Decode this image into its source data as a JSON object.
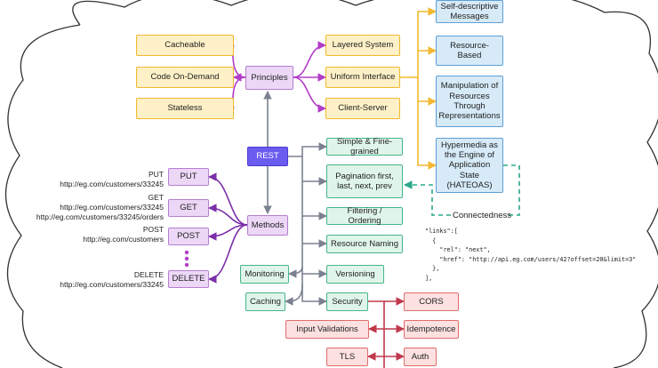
{
  "colors": {
    "principles": "#b23cc8",
    "uniform": "#f2b82e",
    "gray": "#7b8190",
    "methods": "#7b2fa8",
    "security": "#c0384c",
    "hateoas": "#2aa88a"
  },
  "root": "REST",
  "principles": {
    "hub": "Principles",
    "left": [
      "Cacheable",
      "Code On-Demand",
      "Stateless"
    ],
    "right": [
      "Layered System",
      "Uniform Interface",
      "Client-Server"
    ]
  },
  "uniform_interface": [
    "Self-descriptive Messages",
    "Resource-Based",
    "Manipulation of Resources Through Representations",
    "Hypermedia as the Engine of Application State (HATEOAS)"
  ],
  "practices": [
    "Simple & Fine-grained",
    "Pagination first, last, next, prev",
    "Filtering / Ordering",
    "Resource Naming",
    "Versioning",
    "Monitoring",
    "Caching",
    "Security"
  ],
  "methods": {
    "hub": "Methods",
    "items": [
      {
        "name": "PUT",
        "desc": "PUT\nhttp://eg.com/customers/33245"
      },
      {
        "name": "GET",
        "desc": "GET\nhttp://eg.com/customers/33245\nhttp://eg.com/customers/33245/orders"
      },
      {
        "name": "POST",
        "desc": "POST\nhttp://eg.com/customers"
      },
      {
        "name": "DELETE",
        "desc": "DELETE\nhttp://eg.com/customers/33245"
      }
    ]
  },
  "security": {
    "left": [
      "Input Validations",
      "TLS"
    ],
    "right": [
      "CORS",
      "Idempotence",
      "Auth"
    ]
  },
  "connectedness": "Connectedness",
  "links_example": "\"links\":[\n  {\n    \"rel\": \"next\",\n    \"href\": \"http://api.eg.com/users/42?offset=20&limit=3\"\n  },\n],"
}
